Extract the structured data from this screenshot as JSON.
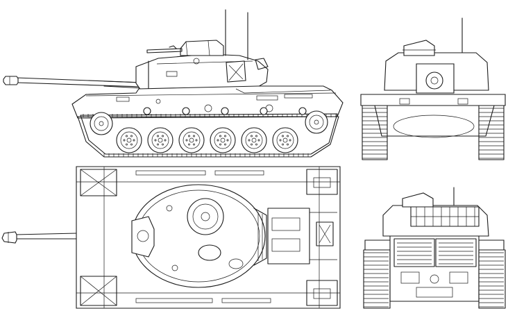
{
  "figure": {
    "colors": {
      "ink": "#1a1a1a",
      "paper": "#ffffff"
    },
    "views": [
      {
        "id": "side",
        "subject": "tank-left-side-elevation"
      },
      {
        "id": "top",
        "subject": "tank-plan-view"
      },
      {
        "id": "front",
        "subject": "tank-front-elevation"
      },
      {
        "id": "rear",
        "subject": "tank-rear-elevation"
      }
    ],
    "side_view": {
      "road_wheels": 6,
      "return_rollers": 5
    }
  }
}
